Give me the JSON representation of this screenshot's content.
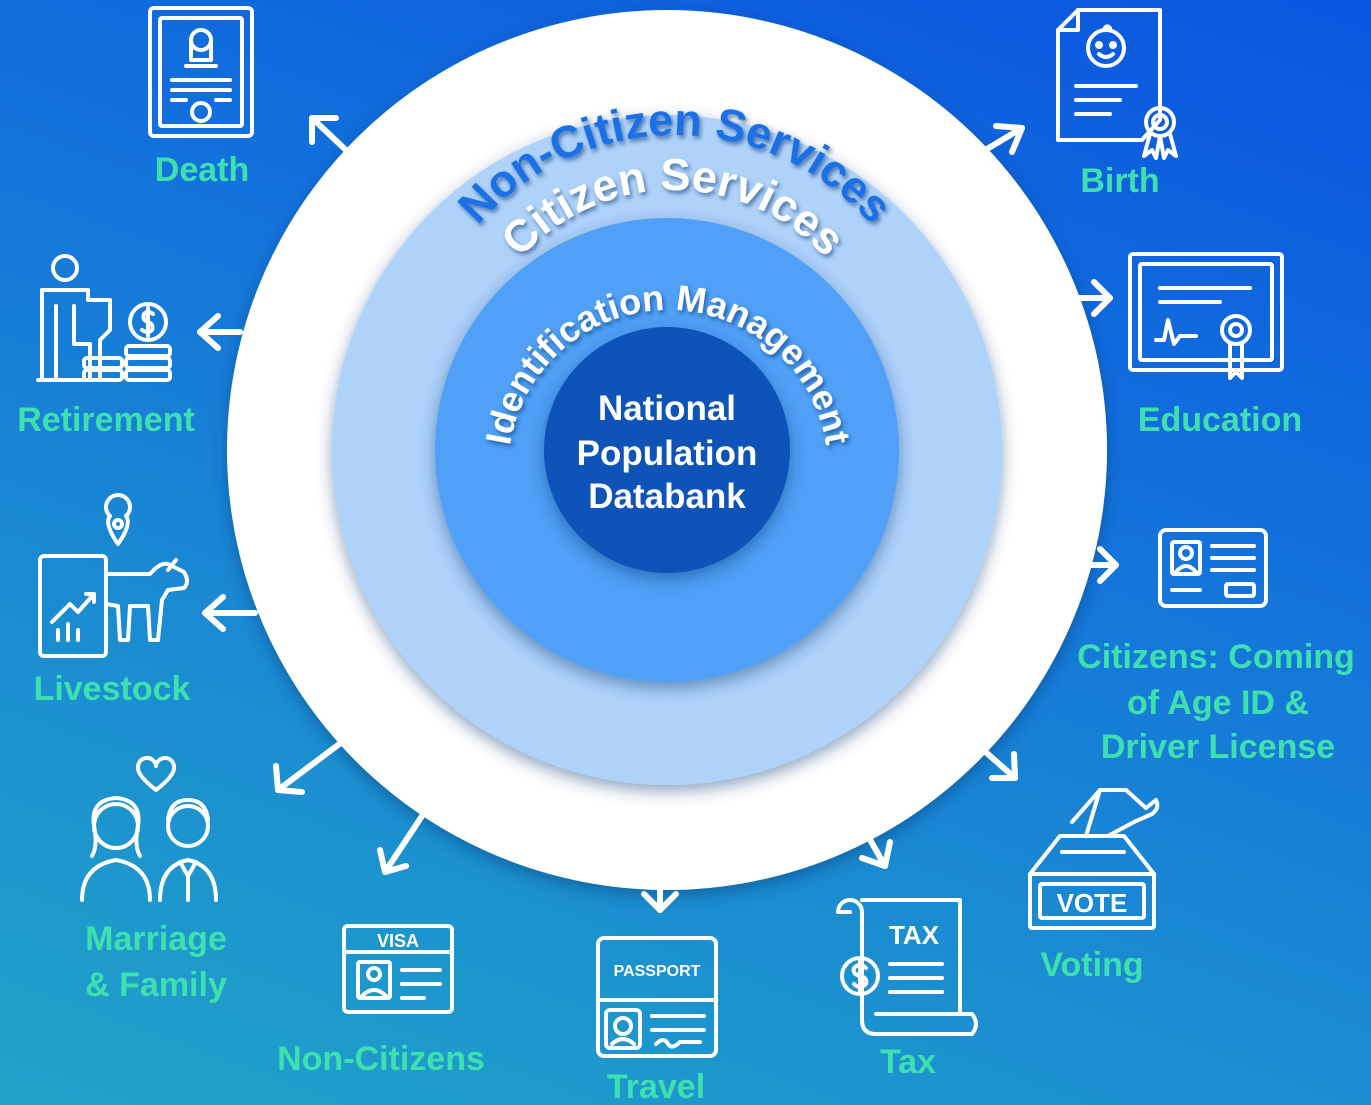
{
  "rings": {
    "outer_title": "Non-Citizen Services",
    "middle_title": "Citizen Services",
    "inner_title": "Identification Management"
  },
  "core": {
    "line1": "National",
    "line2": "Population",
    "line3": "Databank"
  },
  "services": {
    "death": "Death",
    "birth": "Birth",
    "retirement": "Retirement",
    "education": "Education",
    "livestock": "Livestock",
    "citizens_line1": "Citizens: Coming",
    "citizens_line2": "of Age ID &",
    "citizens_line3": "Driver License",
    "marriage_line1": "Marriage",
    "marriage_line2": "& Family",
    "voting": "Voting",
    "non_citizens": "Non-Citizens",
    "travel": "Travel",
    "tax": "Tax"
  },
  "icon_text": {
    "visa": "VISA",
    "passport": "PASSPORT",
    "tax": "TAX",
    "vote": "VOTE"
  },
  "colors": {
    "label": "#3fe0b0",
    "outer_ring": "#ffffff",
    "middle_ring": "#aed2fa",
    "inner_ring": "#4fa0f6",
    "core": "#0a52b8",
    "outer_title": "#1a6fe6"
  }
}
